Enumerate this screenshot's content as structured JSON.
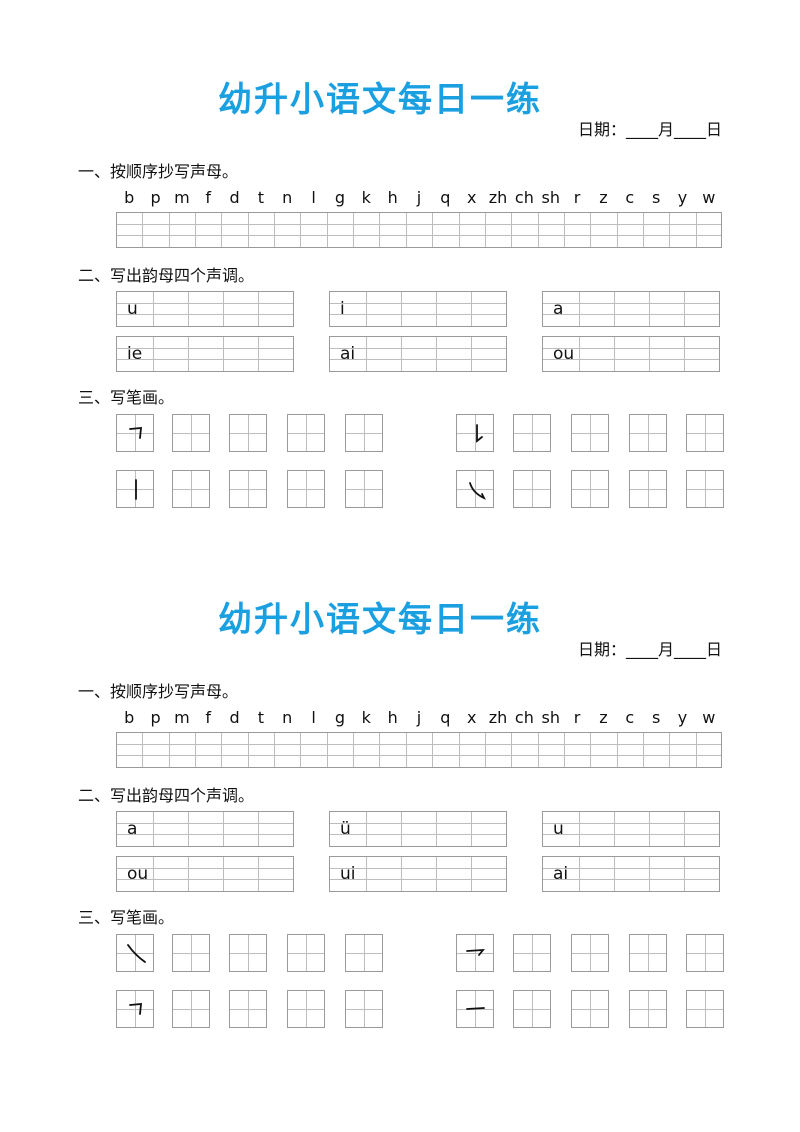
{
  "accent_color": "#1aa0e0",
  "sheets": [
    {
      "title": "幼升小语文每日一练",
      "date_label": "日期：____月____日",
      "section1_label": "一、按顺序抄写声母。",
      "initials": [
        "b",
        "p",
        "m",
        "f",
        "d",
        "t",
        "n",
        "l",
        "g",
        "k",
        "h",
        "j",
        "q",
        "x",
        "zh",
        "ch",
        "sh",
        "r",
        "z",
        "c",
        "s",
        "y",
        "w"
      ],
      "section2_label": "二、写出韵母四个声调。",
      "finals": [
        "u",
        "i",
        "a",
        "ie",
        "ai",
        "ou"
      ],
      "section3_label": "三、写笔画。",
      "strokes": [
        "横折",
        "竖提",
        "竖",
        "卧钩"
      ]
    },
    {
      "title": "幼升小语文每日一练",
      "date_label": "日期：____月____日",
      "section1_label": "一、按顺序抄写声母。",
      "initials": [
        "b",
        "p",
        "m",
        "f",
        "d",
        "t",
        "n",
        "l",
        "g",
        "k",
        "h",
        "j",
        "q",
        "x",
        "zh",
        "ch",
        "sh",
        "r",
        "z",
        "c",
        "s",
        "y",
        "w"
      ],
      "section2_label": "二、写出韵母四个声调。",
      "finals": [
        "a",
        "ü",
        "u",
        "ou",
        "ui",
        "ai"
      ],
      "section3_label": "三、写笔画。",
      "strokes": [
        "捺",
        "横钩",
        "横折",
        "横"
      ]
    }
  ]
}
